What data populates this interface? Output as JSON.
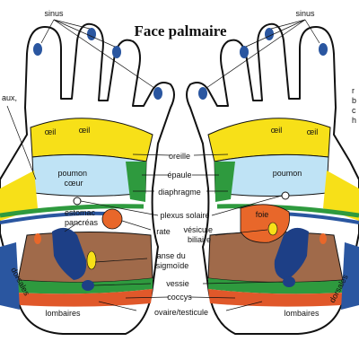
{
  "title": "Face palmaire",
  "zones": {
    "sinus_left": "sinus",
    "sinus_right": "sinus",
    "oeil_left_1": "œil",
    "oeil_left_2": "œil",
    "oeil_right_1": "œil",
    "oeil_right_2": "œil",
    "poumon_coeur": "poumon\ncœur",
    "poumon_right": "poumon",
    "foie": "foie",
    "estomac_pancreas": "estomac\npancréas",
    "dorsales_left": "dorsales",
    "dorsales_right": "dorsales",
    "lombaires_left": "lombaires",
    "lombaires_right": "lombaires",
    "partial_left": "aux,",
    "partial_right": "r\nb\nc\nh"
  },
  "labels": {
    "oreille": "oreille",
    "epaule": "épaule",
    "diaphragme": "diaphragme",
    "plexus_solaire": "plexus solaire",
    "rate": "rate",
    "vesicule_biliaire": "vésicule\nbiliaire",
    "anse_du_sigmoide": "anse du\nsigmoïde",
    "vessie": "vessie",
    "coccys": "coccys",
    "ovaire_testicule": "ovaire/testicule"
  },
  "colors": {
    "outline": "#111111",
    "yellow": "#f7e018",
    "light_blue": "#bfe3f5",
    "green": "#2e9a3e",
    "dark_blue": "#2a56a0",
    "orange": "#e8672a",
    "brown": "#a06a4a",
    "red_orange": "#e0582a",
    "navy": "#1d3f86"
  }
}
